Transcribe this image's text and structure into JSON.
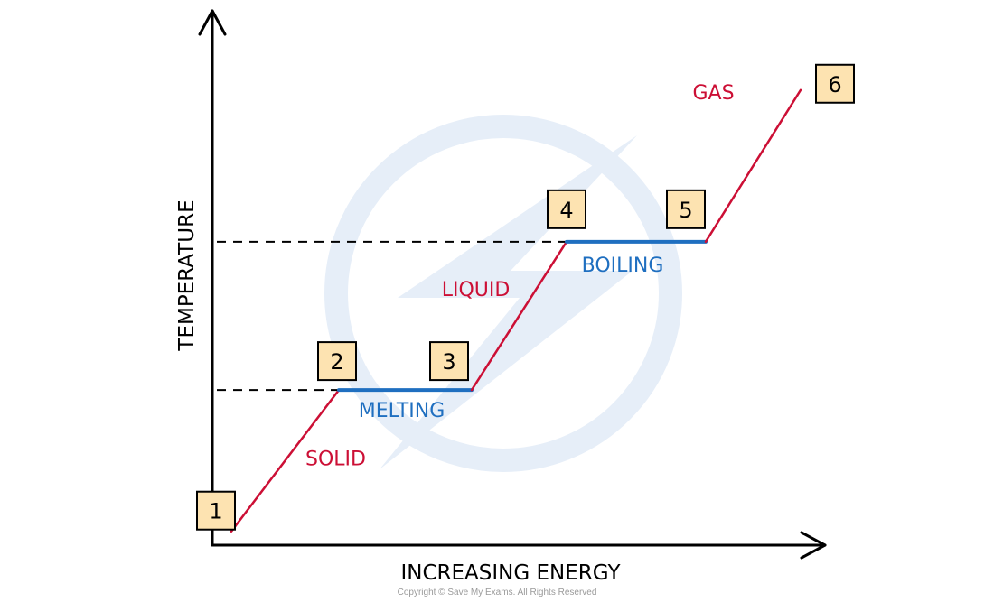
{
  "colors": {
    "axis": "#000000",
    "state_line": "#cc0f35",
    "state_label": "#cc0f35",
    "change_line": "#1f6fc0",
    "change_label": "#1f6fc0",
    "marker_fill": "#fde3b1",
    "marker_stroke": "#000000",
    "watermark": "#e6eef8"
  },
  "chart_data": {
    "type": "line",
    "title": "",
    "xlabel": "INCREASING ENERGY",
    "ylabel": "TEMPERATURE",
    "xlim": [
      0,
      10
    ],
    "ylim": [
      0,
      10
    ],
    "grid": false,
    "x_ticks": [],
    "y_ticks": [],
    "segments": [
      {
        "label": "SOLID",
        "kind": "state",
        "from": [
          0.3,
          0.4
        ],
        "to": [
          2.0,
          4.5
        ]
      },
      {
        "label": "MELTING",
        "kind": "change",
        "from": [
          2.0,
          4.5
        ],
        "to": [
          4.1,
          4.5
        ]
      },
      {
        "label": "LIQUID",
        "kind": "state",
        "from": [
          4.1,
          4.5
        ],
        "to": [
          5.6,
          8.8
        ]
      },
      {
        "label": "BOILING",
        "kind": "change",
        "from": [
          5.6,
          8.8
        ],
        "to": [
          7.8,
          8.8
        ]
      },
      {
        "label": "GAS",
        "kind": "state",
        "from": [
          7.8,
          8.8
        ],
        "to": [
          9.3,
          13.2
        ]
      }
    ],
    "reference_lines": [
      {
        "y": 4.5,
        "x_end": 2.0
      },
      {
        "y": 8.8,
        "x_end": 5.6
      }
    ],
    "markers": [
      {
        "label": "1",
        "x": 0.3,
        "y": 0.4
      },
      {
        "label": "2",
        "x": 2.0,
        "y": 4.5
      },
      {
        "label": "3",
        "x": 4.1,
        "y": 4.5
      },
      {
        "label": "4",
        "x": 5.6,
        "y": 8.8
      },
      {
        "label": "5",
        "x": 7.8,
        "y": 8.8
      },
      {
        "label": "6",
        "x": 9.3,
        "y": 13.2
      }
    ]
  },
  "footer": {
    "copyright": "Copyright © Save My Exams. All Rights Reserved"
  }
}
